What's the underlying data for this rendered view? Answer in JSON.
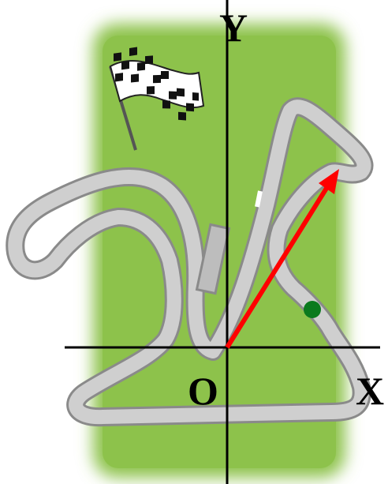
{
  "labels": {
    "y_axis": "Y",
    "x_axis": "X",
    "origin": "O"
  },
  "icons": {
    "flag": "checkered-flag-icon",
    "marker": "green-dot-marker",
    "vector": "red-arrow-vector"
  },
  "colors": {
    "grass": "#8dc24b",
    "track": "#c9c9c9",
    "track_edge": "#8a8a8a",
    "arrow": "#ff0000",
    "dot": "#0b7a1e",
    "axes": "#000000"
  }
}
